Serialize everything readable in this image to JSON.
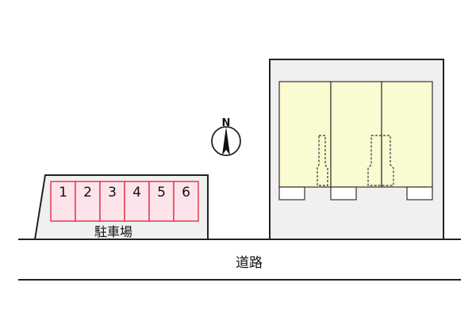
{
  "parking": {
    "label": "駐車場",
    "spaces": [
      "1",
      "2",
      "3",
      "4",
      "5",
      "6"
    ]
  },
  "road": {
    "label": "道路"
  },
  "compass": {
    "label": "N"
  },
  "building": {
    "units": 3
  },
  "colors": {
    "parking_fill": "#fde3ea",
    "parking_stroke": "#e0223a",
    "unit_fill": "#fbfbd2",
    "building_fill": "#f0f0f0",
    "outline": "#222222"
  }
}
